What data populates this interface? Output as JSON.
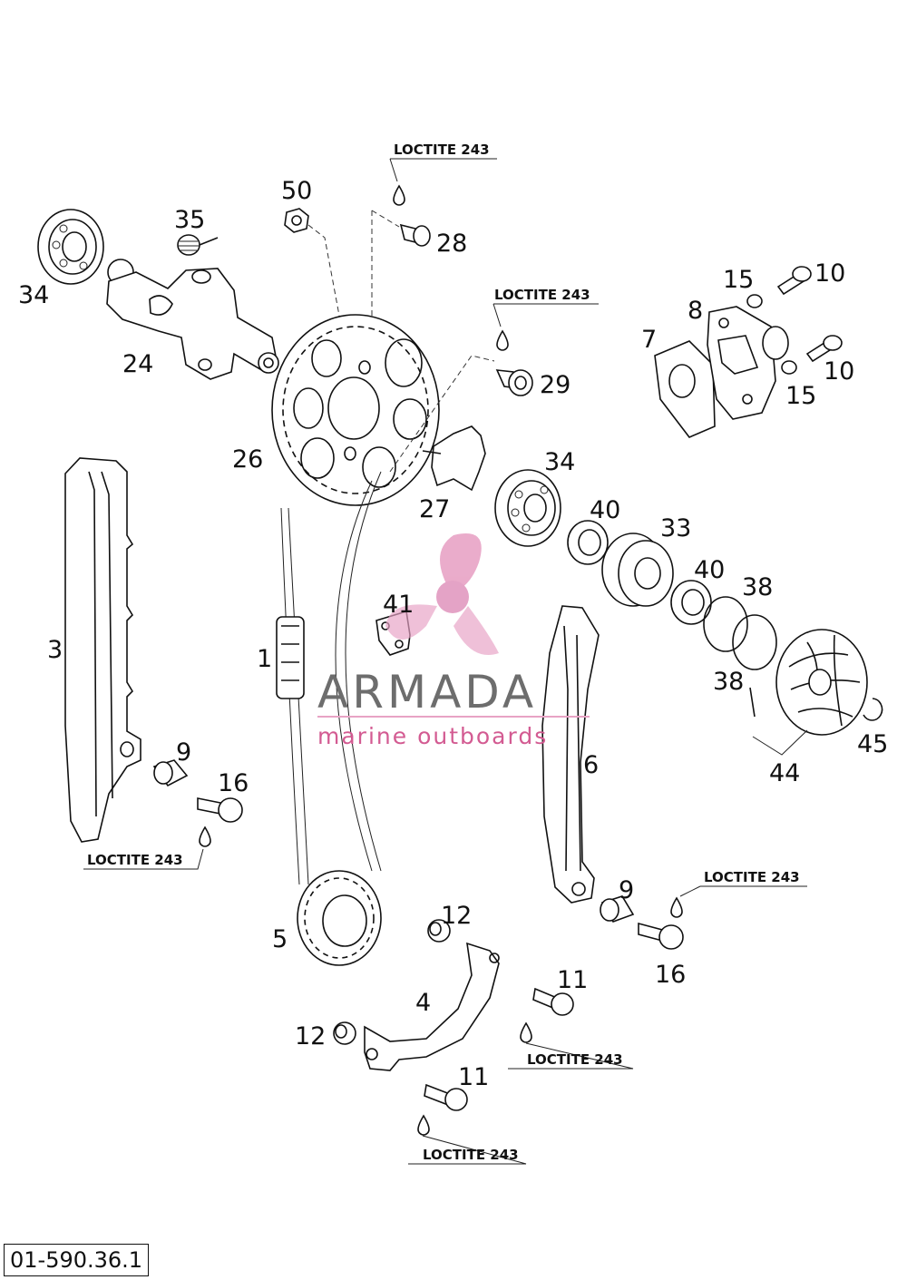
{
  "diagram_code": "01-590.36.1",
  "watermark": {
    "brand": "ARMADA",
    "tagline": "marine outboards",
    "colors": {
      "accent": "#e8a3c5",
      "text": "#6d6d6d",
      "tagline": "#d35b92"
    }
  },
  "callouts": {
    "p1": "1",
    "p3": "3",
    "p4": "4",
    "p5": "5",
    "p6": "6",
    "p7": "7",
    "p8": "8",
    "p9a": "9",
    "p9b": "9",
    "p10a": "10",
    "p10b": "10",
    "p11a": "11",
    "p11b": "11",
    "p12a": "12",
    "p12b": "12",
    "p15a": "15",
    "p15b": "15",
    "p16a": "16",
    "p16b": "16",
    "p24": "24",
    "p26": "26",
    "p27": "27",
    "p28": "28",
    "p29": "29",
    "p33": "33",
    "p34a": "34",
    "p34b": "34",
    "p35": "35",
    "p38a": "38",
    "p38b": "38",
    "p40a": "40",
    "p40b": "40",
    "p41": "41",
    "p44": "44",
    "p45": "45",
    "p50": "50"
  },
  "loctite": {
    "l1": "LOCTITE 243",
    "l2": "LOCTITE 243",
    "l3": "LOCTITE 243",
    "l4": "LOCTITE 243",
    "l5": "LOCTITE 243",
    "l6": "LOCTITE 243"
  }
}
